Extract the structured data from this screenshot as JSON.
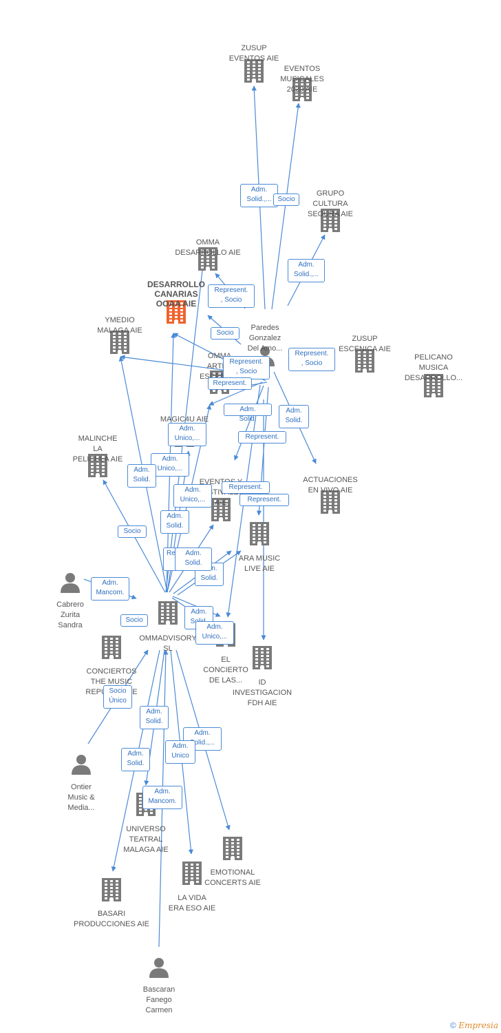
{
  "colors": {
    "edge": "#4a8ad6",
    "building": "#7a7a7a",
    "highlight": "#f2622e",
    "person": "#7a7a7a"
  },
  "nodes": [
    {
      "id": "zusup-eventos",
      "label": "ZUSUP\nEVENTOS AIE",
      "type": "building"
    },
    {
      "id": "eventos-musicales",
      "label": "EVENTOS\nMUSICALES\n2020 AIE",
      "type": "building"
    },
    {
      "id": "grupo-cultura",
      "label": "GRUPO\nCULTURA\nSEGURA AIE",
      "type": "building"
    },
    {
      "id": "omma-desarrollo",
      "label": "OMMA\nDESARROLLO AIE",
      "type": "building"
    },
    {
      "id": "desarrollo-canarias",
      "label": "DESARROLLO\nCANARIAS\nOOAA  AIE",
      "type": "building-highlight"
    },
    {
      "id": "ymedio",
      "label": "YMEDIO\nMALAGA AIE",
      "type": "building"
    },
    {
      "id": "paredes",
      "label": "Paredes\nGonzalez\nDel Amo...",
      "type": "person"
    },
    {
      "id": "omma-artes",
      "label": "OMMA\nARTES\nESCENIC...",
      "type": "building"
    },
    {
      "id": "zusup-escenica",
      "label": "ZUSUP\nESCENICA AIE",
      "type": "building"
    },
    {
      "id": "pelicano",
      "label": "PELICANO\nMUSICA\nDESARROLLO...",
      "type": "building"
    },
    {
      "id": "magic4u",
      "label": "MAGIC4U AIE",
      "type": "building"
    },
    {
      "id": "malinche",
      "label": "MALINCHE\nLA\nPELICULA AIE",
      "type": "building"
    },
    {
      "id": "actuaciones",
      "label": "ACTUACIONES\nEN VIVO AIE",
      "type": "building"
    },
    {
      "id": "eventos-festivales",
      "label": "EVENTOS Y\nFESTIVALES\nAIE",
      "type": "building"
    },
    {
      "id": "ara-music",
      "label": "ARA MUSIC\nLIVE AIE",
      "type": "building"
    },
    {
      "id": "cabrero",
      "label": "Cabrero\nZurita\nSandra",
      "type": "person"
    },
    {
      "id": "ommadvisory",
      "label": "OMMADVISORY\nSL",
      "type": "building"
    },
    {
      "id": "conciertos-music",
      "label": "CONCIERTOS\nTHE MUSIC\nREPUBLIC AIE",
      "type": "building"
    },
    {
      "id": "el-concierto",
      "label": "EL\nCONCIERTO\nDE LAS...",
      "type": "building"
    },
    {
      "id": "id-investigacion",
      "label": "ID\nINVESTIGACION\nFDH  AIE",
      "type": "building"
    },
    {
      "id": "ontier",
      "label": "Ontier\nMusic &\nMedia...",
      "type": "person"
    },
    {
      "id": "universo",
      "label": "UNIVERSO\nTEATRAL\nMALAGA AIE",
      "type": "building"
    },
    {
      "id": "emotional",
      "label": "EMOTIONAL\nCONCERTS AIE",
      "type": "building"
    },
    {
      "id": "la-vida",
      "label": "LA VIDA\nERA ESO AIE",
      "type": "building"
    },
    {
      "id": "basari",
      "label": "BASARI\nPRODUCCIONES AIE",
      "type": "building"
    },
    {
      "id": "bascaran",
      "label": "Bascaran\nFanego\nCarmen",
      "type": "person"
    }
  ],
  "edge_labels": [
    "Adm.\nSolid.,...",
    "Socio",
    "Adm.\nSolid.,...",
    "Represent.\n, Socio",
    "Socio",
    "Represent.\n, Socio",
    "Represent.\n, Socio",
    "Represent.",
    "Adm.\nSolid.",
    "Represent.",
    "Adm.\nSolid.",
    "Represent.",
    "Adm.\nUnico,...",
    "Adm.\nUnico,...",
    "Adm.\nSolid.",
    "Adm.\nUnico,...",
    "Represent.",
    "Represent.",
    "Adm.\nSolid.",
    "Socio",
    "Adm.\nSolid.",
    "Adm.\nSolid.",
    "Adm.\nMancom.",
    "Socio",
    "Adm.\nSolid.",
    "Adm.\nUnico,...",
    "Socio\nÚnico",
    "Adm.\nSolid.",
    "Adm.\nSolid.,...",
    "Adm.\nUnico",
    "Adm.\nSolid.",
    "Adm.\nMancom."
  ],
  "footer": {
    "copyright": "©",
    "brand": "Empresia"
  }
}
